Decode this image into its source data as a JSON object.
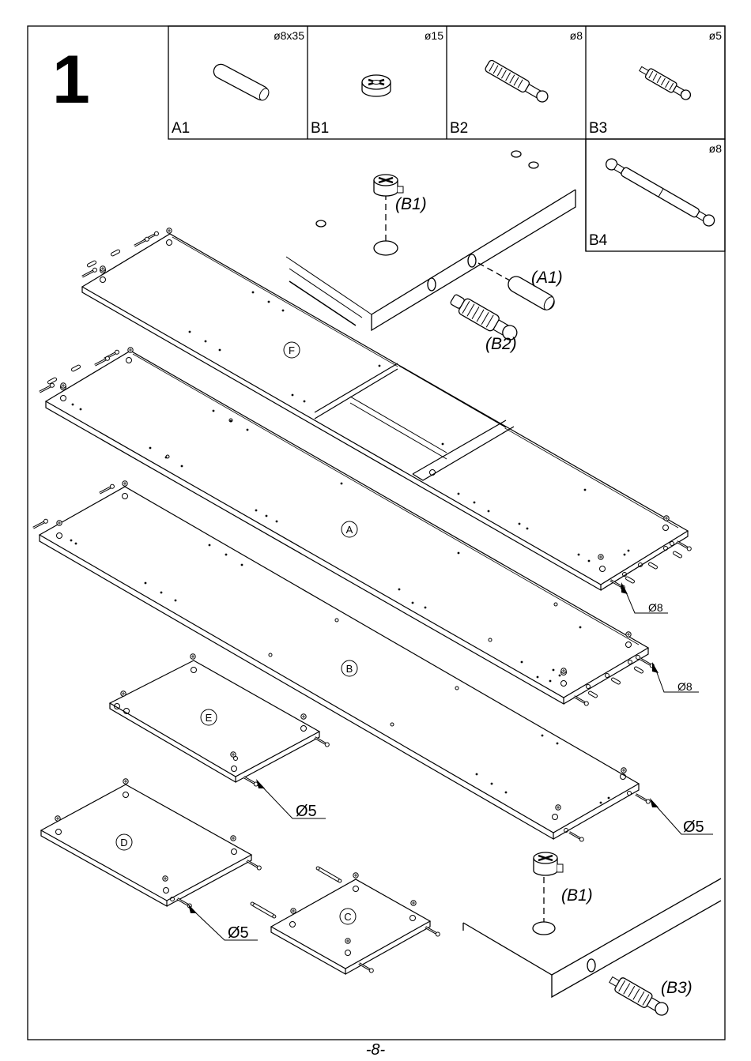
{
  "step": {
    "number": "1"
  },
  "fittings": [
    {
      "code": "A1",
      "size": "ø8x35",
      "icon": "dowel-icon"
    },
    {
      "code": "B1",
      "size": "ø15",
      "icon": "cam-lock-icon"
    },
    {
      "code": "B2",
      "size": "ø8",
      "icon": "cam-bolt-icon"
    },
    {
      "code": "B3",
      "size": "ø5",
      "icon": "cam-bolt-small-icon"
    },
    {
      "code": "B4",
      "size": "ø8",
      "icon": "double-cam-bolt-icon"
    }
  ],
  "callouts": {
    "b1_top": "(B1)",
    "a1": "(A1)",
    "b2": "(B2)",
    "b1_bottom": "(B1)",
    "b3": "(B3)"
  },
  "panels": [
    "F",
    "A",
    "B",
    "E",
    "D",
    "C"
  ],
  "drill_labels": {
    "d8_upper": "Ø8",
    "d8_lower": "Ø8",
    "d5_e": "Ø5",
    "d5_b": "Ø5",
    "d5_d": "Ø5"
  },
  "footer": {
    "page": "-8-"
  }
}
